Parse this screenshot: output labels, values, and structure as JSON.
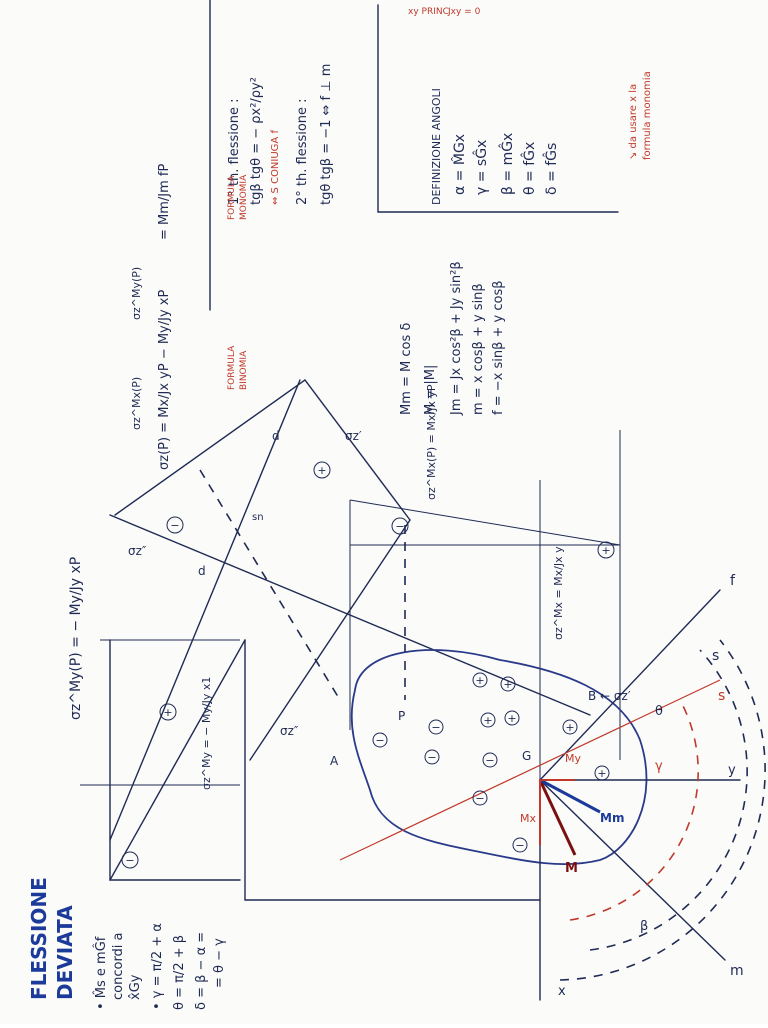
{
  "title": {
    "line1": "FLESSIONE",
    "line2": "DEVIATA"
  },
  "notes": {
    "n1": "• M̂s e mĜf",
    "n2": "concordi a",
    "n3": "x̂Gy",
    "n4": "• γ = π/2 + α",
    "n5": "θ = π/2 + β",
    "n6": "δ = β − α =",
    "n7": "= θ − γ"
  },
  "definizioni": {
    "header": "DEFINIZIONE ANGOLI",
    "lines": [
      "α = M̂Gx",
      "γ = sĜx",
      "β = mĜx",
      "θ = fĜx",
      "δ = fĜs"
    ]
  },
  "teoremi": {
    "t1": "1° th. flessione :",
    "t1a": "tgβ tgθ = − ρx²/ρy²",
    "t1b": "⇔ S CONIUGA f",
    "t2": "2° th. flessione :",
    "t2a": "tgθ tgβ = −1 ⇔ f ⊥ m"
  },
  "formule": {
    "mm": "Mm = M cos δ",
    "m": "M = |M|",
    "jm": "Jm = Jx cos²β + Jy sin²β",
    "m_def": "m = x cosβ + y sinβ",
    "f_def": "f = −x sinβ + y cosβ",
    "jxy": "Jxy = 0",
    "xy_princ": "xy PRINC",
    "da_usare_1": "↘ da usare x la",
    "da_usare_2": "formula monomia"
  },
  "sigma_formulas": {
    "binomia": "σz(P) = Mx/Jx yP − My/Jy xP",
    "monomia": "= Mm/Jm fP",
    "lab_binomia_1": "FORMULA",
    "lab_binomia_2": "BINOMIA",
    "lab_monomia_1": "FORMULA",
    "lab_monomia_2": "MONOMIA",
    "comp_mx": "σz^Mx(P)",
    "comp_my": "σz^My(P)",
    "my_left": "σz^My(P) = − My/Jy xP",
    "mx_right": "σz^Mx(P) = Mx/Jx yP",
    "my_edge": "σz^My = − My/Jy x1",
    "mx_edge": "σz^Mx = Mx/Jx y"
  },
  "labels": {
    "sigma_pp": "σz″",
    "sigma_p": "σz′",
    "sigma_pp_A": "σz″",
    "A": "A",
    "B": "B",
    "B_sigma": "B ← σz′",
    "P": "P",
    "G": "G",
    "x": "x",
    "y": "y",
    "f": "f",
    "m": "m",
    "s": "s",
    "s_red": "s",
    "beta": "β",
    "gamma": "γ",
    "theta": "θ",
    "Mx": "Mx",
    "My": "My",
    "M": "M",
    "Mm": "Mm",
    "d_top": "d",
    "d_bot": "d",
    "sn": "sn"
  },
  "signs": {
    "plus": "+",
    "minus": "−"
  },
  "colors": {
    "ink": "#1f2a55",
    "red": "#c0392b",
    "darkred": "#7a1010"
  }
}
